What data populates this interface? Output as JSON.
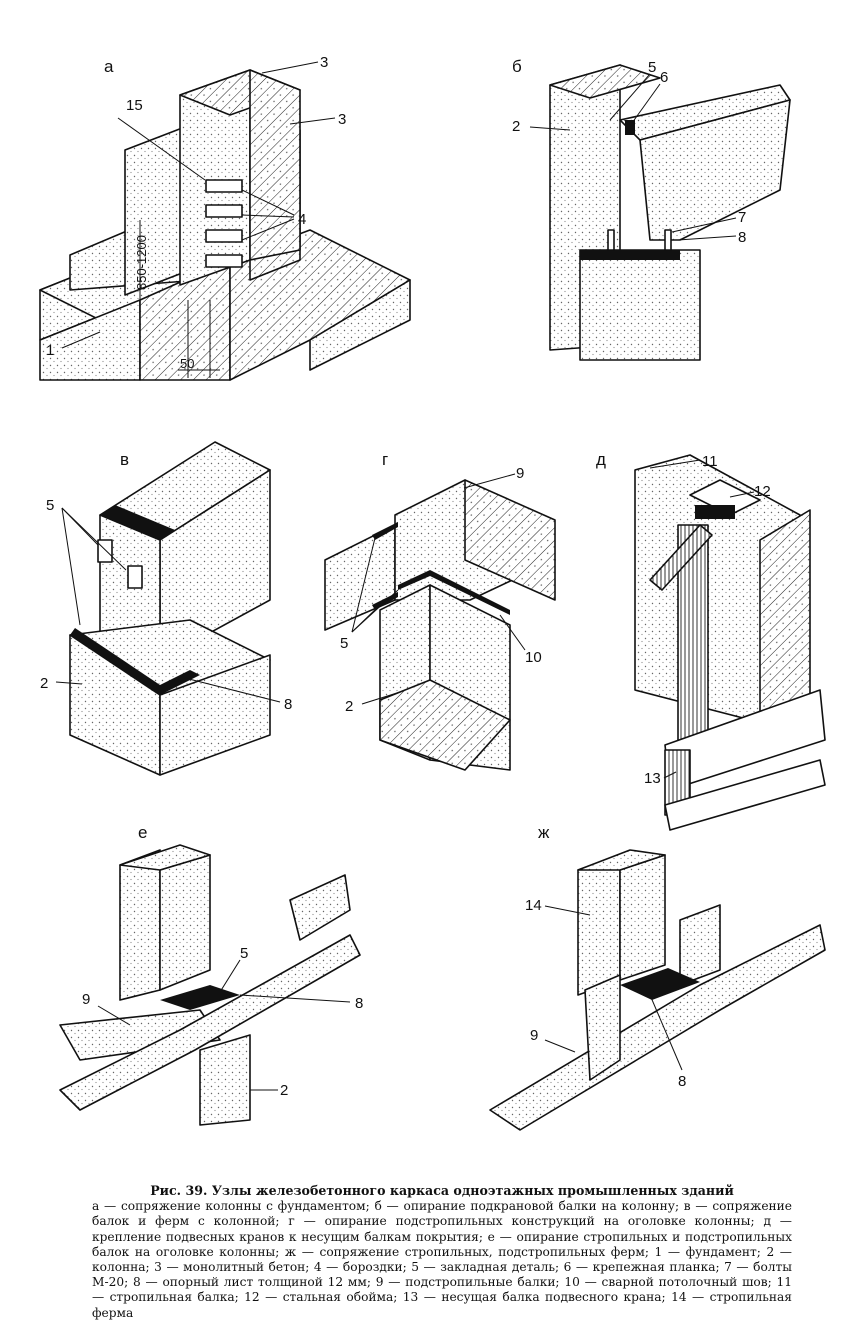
{
  "figure": {
    "panel_labels": [
      "а",
      "б",
      "в",
      "г",
      "д",
      "е",
      "ж"
    ],
    "panel_a": {
      "callouts": [
        "3",
        "15",
        "3",
        "4",
        "1"
      ],
      "dimensions": [
        "850-1200",
        "50"
      ]
    },
    "panel_b": {
      "callouts": [
        "5",
        "6",
        "2",
        "7",
        "8"
      ]
    },
    "panel_v": {
      "callouts": [
        "5",
        "2",
        "8"
      ]
    },
    "panel_g": {
      "callouts": [
        "9",
        "5",
        "10",
        "2"
      ]
    },
    "panel_d": {
      "callouts": [
        "11",
        "12",
        "13"
      ]
    },
    "panel_e": {
      "callouts": [
        "5",
        "9",
        "8",
        "2"
      ]
    },
    "panel_zh": {
      "callouts": [
        "14",
        "9",
        "8"
      ]
    }
  },
  "caption": {
    "title": "Рис. 39. Узлы железобетонного каркаса одноэтажных промышленных зданий",
    "body": "а — сопряжение колонны с фундаментом; б — опирание подкрановой балки на колонну; в — сопряжение балок и ферм с колонной; г — опирание подстропильных конструкций на оголовке колонны; д — крепление подвесных кранов к несущим балкам покрытия; е — опирание стропильных и подстропильных балок на оголовке колонны; ж — сопряжение стропильных, подстропильных ферм; 1 — фундамент; 2 — колонна; 3 — монолитный бетон; 4 — бороздки; 5 — закладная деталь; 6 — крепежная планка; 7 — болты М-20; 8 — опорный лист толщиной 12 мм; 9 — подстропильные балки; 10 — сварной потолочный шов; 11 — стропильная балка; 12 — стальная обойма; 13 — несущая балка подвесного крана; 14 — стропильная ферма"
  },
  "colors": {
    "ink": "#111111",
    "paper": "#ffffff",
    "stipple": "#777777"
  }
}
